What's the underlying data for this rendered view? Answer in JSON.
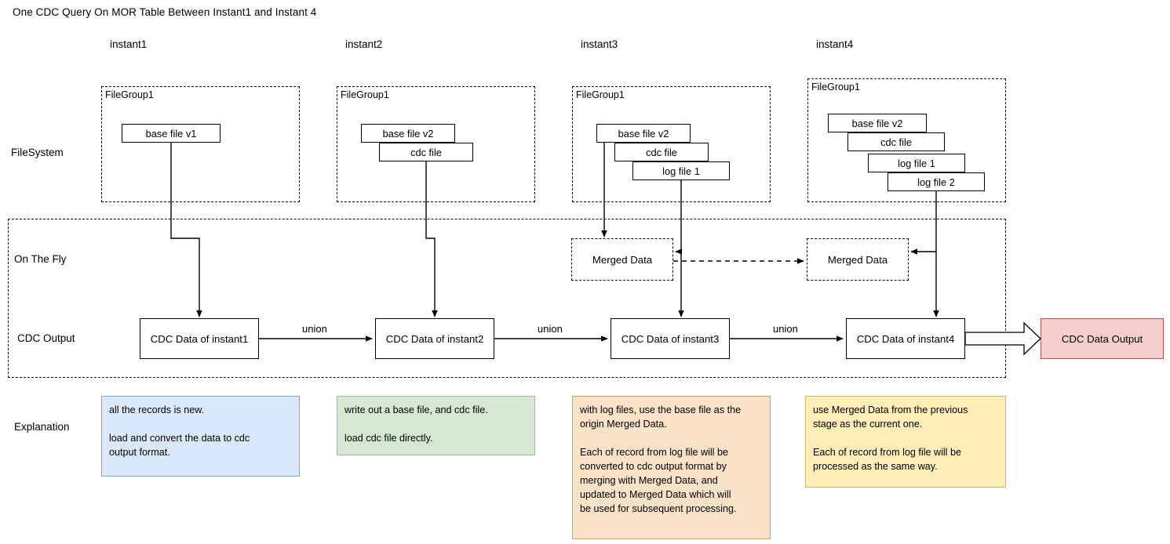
{
  "title": "One CDC Query On MOR Table Between Instant1 and Instant 4",
  "columns": [
    {
      "label": "instant1"
    },
    {
      "label": "instant2"
    },
    {
      "label": "instant3"
    },
    {
      "label": "instant4"
    }
  ],
  "rows": {
    "filesystem": "FileSystem",
    "onthefly": "On The Fly",
    "cdcoutput": "CDC Output",
    "explanation": "Explanation"
  },
  "filegroups": [
    {
      "label": "FileGroup1",
      "files": [
        "base file v1"
      ]
    },
    {
      "label": "FileGroup1",
      "files": [
        "base file v2",
        "cdc file"
      ]
    },
    {
      "label": "FileGroup1",
      "files": [
        "base file v2",
        "cdc file",
        "log file 1"
      ]
    },
    {
      "label": "FileGroup1",
      "files": [
        "base file v2",
        "cdc file",
        "log file 1",
        "log file 2"
      ]
    }
  ],
  "merged_data": [
    {
      "label": "Merged Data"
    },
    {
      "label": "Merged Data"
    }
  ],
  "cdc_boxes": [
    {
      "label": "CDC Data of instant1"
    },
    {
      "label": "CDC Data of instant2"
    },
    {
      "label": "CDC Data of instant3"
    },
    {
      "label": "CDC Data of instant4"
    }
  ],
  "union_labels": [
    "union",
    "union",
    "union"
  ],
  "output": {
    "label": "CDC Data Output",
    "fill": "#f8cecc",
    "stroke": "#b85450"
  },
  "explanations": [
    {
      "text": "all the records is new.\n\nload and convert the data to cdc\noutput format.",
      "fill": "#dae8fc",
      "stroke": "#7ea6d8"
    },
    {
      "text": "write out a base file, and cdc file.\n\nload cdc file directly.",
      "fill": "#d5e8d4",
      "stroke": "#9ac18c"
    },
    {
      "text": "with log files, use the base file as the\norigin Merged Data.\n\nEach of record from log file will be\nconverted to cdc output format by\nmerging with Merged Data, and\nupdated to Merged Data which will\nbe used for subsequent processing.",
      "fill": "#fae2c8",
      "stroke": "#d6a15a"
    },
    {
      "text": "use Merged Data from the previous\nstage as the current one.\n\nEach of record from log file will be\nprocessed as the same way.",
      "fill": "#fdeeb9",
      "stroke": "#d6b656"
    }
  ]
}
